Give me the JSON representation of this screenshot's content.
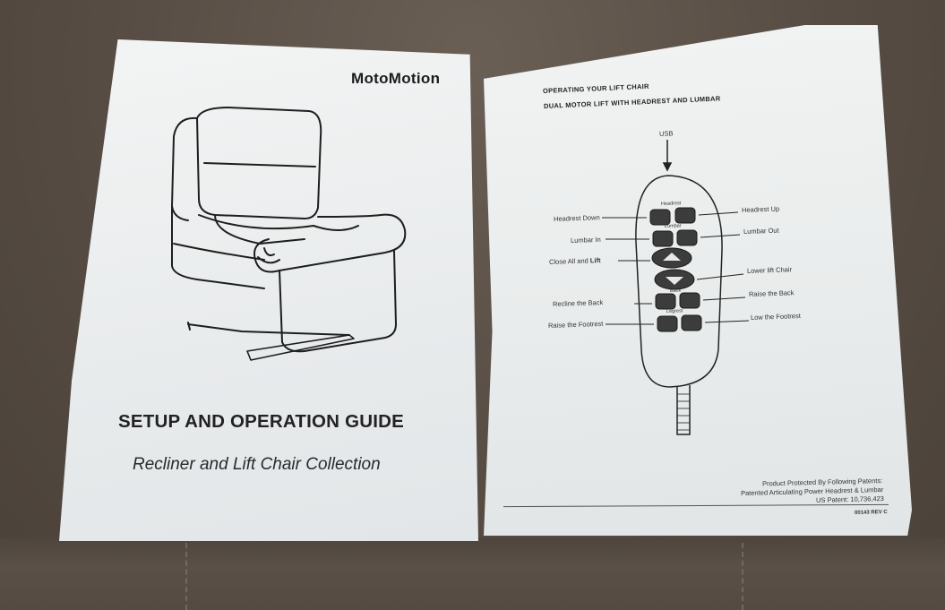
{
  "left_sheet": {
    "brand": "MotoMotion",
    "title": "SETUP AND OPERATION GUIDE",
    "subtitle": "Recliner and Lift Chair Collection"
  },
  "right_sheet": {
    "heading_line1": "OPERATING YOUR LIFT CHAIR",
    "heading_line2": "DUAL MOTOR LIFT WITH HEADREST AND LUMBAR",
    "usb_label": "USB",
    "remote": {
      "group_headrest": "Headrest",
      "group_lumbar": "Lumbar",
      "group_back": "Back",
      "group_legrest": "Legrest"
    },
    "labels_left": {
      "headrest_down": "Headrest Down",
      "lumbar_in": "Lumbar In",
      "close_all_prefix": "Close All  and ",
      "close_all_lift": "Lift",
      "recline_back": "Recline the Back",
      "raise_footrest": "Raise the Footrest"
    },
    "labels_right": {
      "headrest_up": "Headrest Up",
      "lumbar_out": "Lumbar Out",
      "lower_lift_chair": "Lower lift Chair",
      "raise_back": "Raise the Back",
      "low_footrest": "Low the Footrest"
    },
    "patent_line1": "Product Protected By Following Patents:",
    "patent_line2": "Patented Articulating Power Headrest & Lumbar",
    "patent_line3": "US Patent: 10,736,423",
    "doc_code": "00143 REV C"
  }
}
